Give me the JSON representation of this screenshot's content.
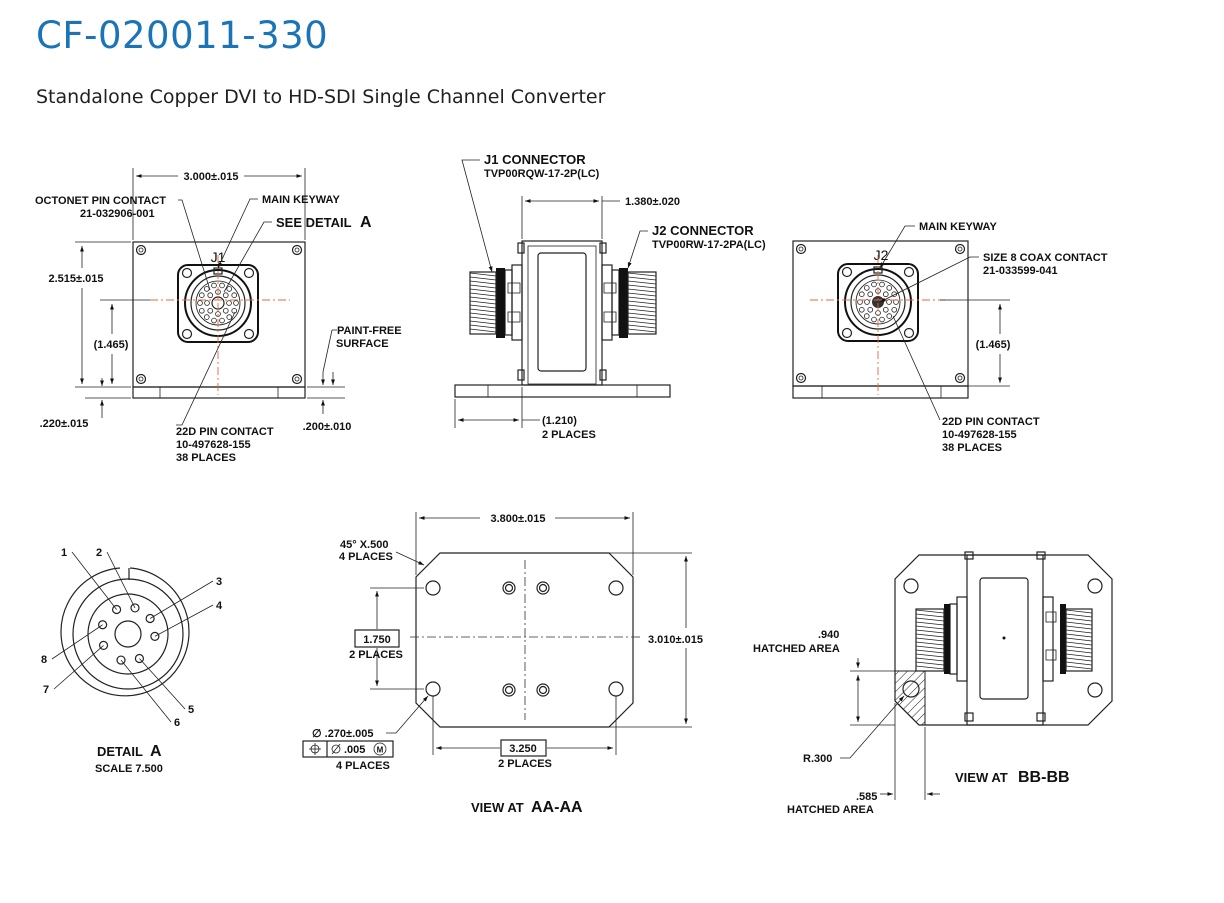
{
  "header": {
    "title": "CF-020011-330",
    "subtitle": "Standalone Copper DVI to HD-SDI Single Channel Converter"
  },
  "colors": {
    "title": "#1b74b8",
    "centerline": "#e06b36",
    "line": "#222222"
  },
  "front_view": {
    "width_dim": "3.000±.015",
    "height_dim": "2.515±.015",
    "center_dim": "(1.465)",
    "base_dim": ".220±.015",
    "surface_dim": ".200±.010",
    "octonet_label": "OCTONET PIN CONTACT",
    "octonet_part": "21-032906-001",
    "keyway_label": "MAIN KEYWAY",
    "see_detail": "SEE DETAIL",
    "see_detail_letter": "A",
    "paint_label": "PAINT-FREE",
    "paint_label2": "SURFACE",
    "pin_label": "22D PIN CONTACT",
    "pin_part": "10-497628-155",
    "pin_places": "38 PLACES",
    "connector_id": "J1"
  },
  "side_view": {
    "j1_label": "J1 CONNECTOR",
    "j1_part": "TVP00RQW-17-2P(LC)",
    "j2_label": "J2 CONNECTOR",
    "j2_part": "TVP00RW-17-2PA(LC)",
    "length_dim": "1.380±.020",
    "flange_dim": "(1.210)",
    "flange_places": "2 PLACES"
  },
  "rear_view": {
    "keyway_label": "MAIN KEYWAY",
    "coax_label": "SIZE 8 COAX CONTACT",
    "coax_part": "21-033599-041",
    "center_dim": "(1.465)",
    "pin_label": "22D PIN CONTACT",
    "pin_part": "10-497628-155",
    "pin_places": "38 PLACES",
    "connector_id": "J2"
  },
  "detail_a": {
    "title": "DETAIL",
    "letter": "A",
    "scale": "SCALE  7.500",
    "pins": [
      "1",
      "2",
      "3",
      "4",
      "5",
      "6",
      "7",
      "8"
    ]
  },
  "view_aa": {
    "chamfer": "45° X.500",
    "chamfer_places": "4 PLACES",
    "width_dim": "3.800±.015",
    "height_dim": "3.010±.015",
    "hole_spacing_v": "1.750",
    "hole_spacing_v_places": "2 PLACES",
    "hole_spacing_h": "3.250",
    "hole_spacing_h_places": "2 PLACES",
    "hole_dia": "∅ .270±.005",
    "tolerance": ".005",
    "tolerance_places": "4 PLACES",
    "title": "VIEW AT",
    "title_id": "AA-AA"
  },
  "view_bb": {
    "hatched_dim": ".940",
    "hatched_label": "HATCHED AREA",
    "radius": "R.300",
    "bottom_dim": ".585",
    "bottom_label": "HATCHED AREA",
    "title": "VIEW AT",
    "title_id": "BB-BB"
  }
}
